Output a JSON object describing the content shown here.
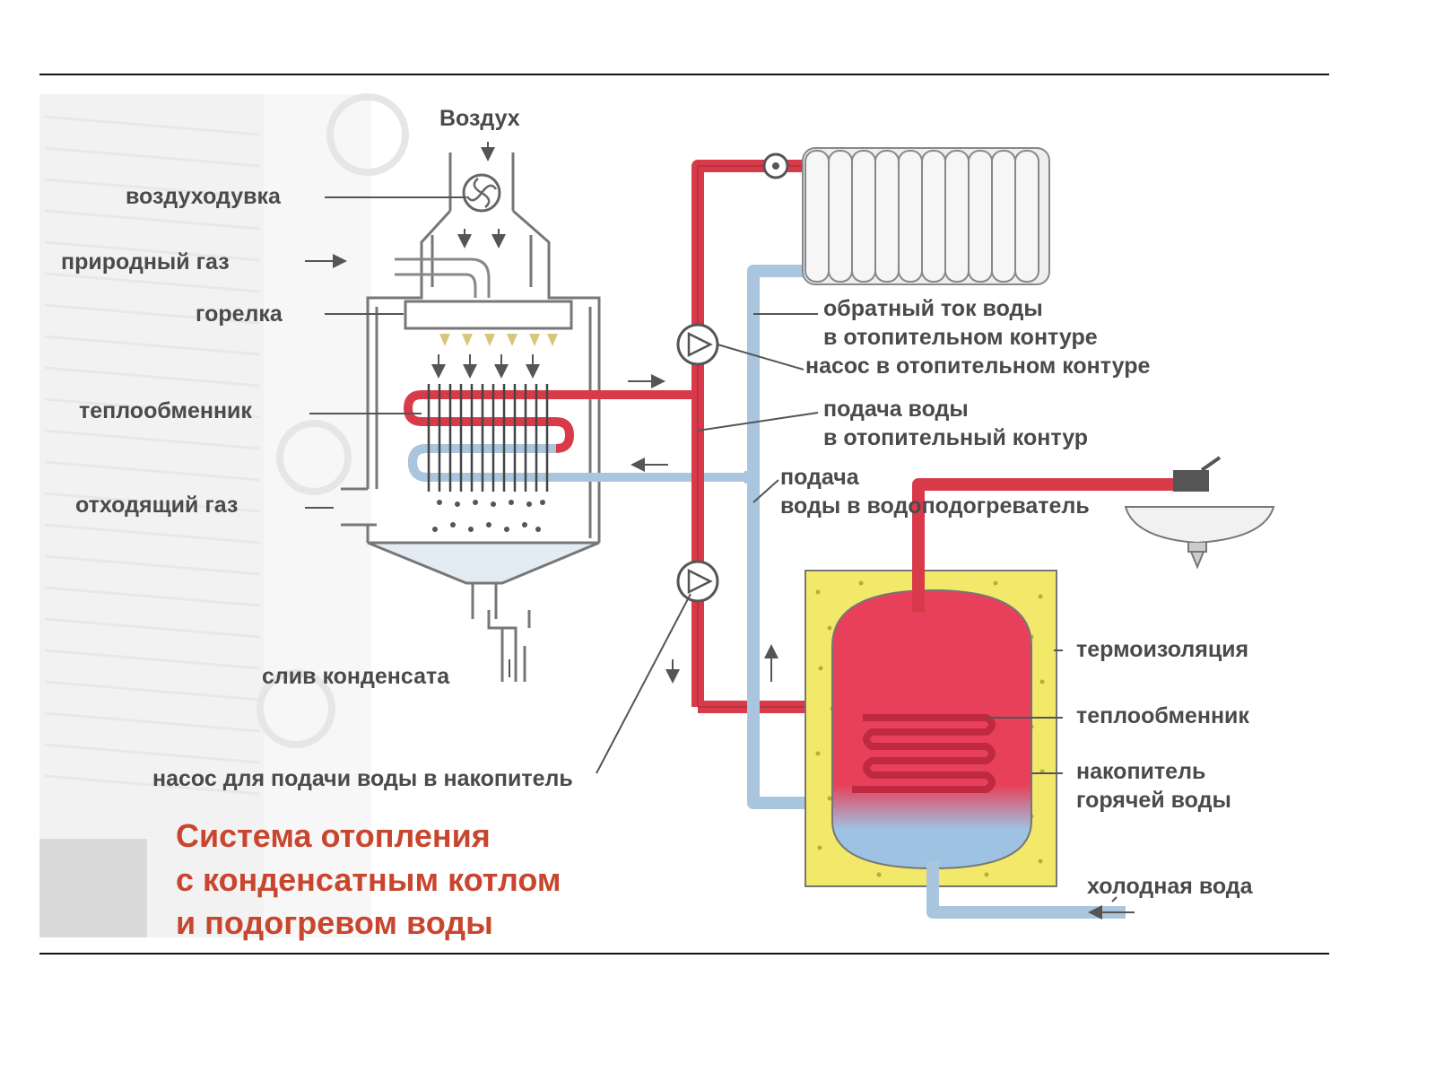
{
  "labels": {
    "air": "Воздух",
    "blower": "воздуходувка",
    "natural_gas": "природный газ",
    "burner": "горелка",
    "heat_exchanger": "теплообменник",
    "exhaust_gas": "отходящий газ",
    "condensate_drain": "слив конденсата",
    "storage_pump": "насос для подачи воды в накопитель",
    "return_line1": "обратный ток воды",
    "return_line2": "в отопительном контуре",
    "heating_pump": "насос в отопительном контуре",
    "supply_line1": "подача воды",
    "supply_line2": "в отопительный контур",
    "heater_feed1": "подача",
    "heater_feed2": "воды в водоподогреватель",
    "insulation": "термоизоляция",
    "tank_exchanger": "теплообменник",
    "tank1": "накопитель",
    "tank2": "горячей воды",
    "cold_water": "холодная вода"
  },
  "title": {
    "line1": "Система отопления",
    "line2": "с конденсатным котлом",
    "line3": "и подогревом воды"
  },
  "colors": {
    "hot_pipe": "#d83a4a",
    "cold_pipe": "#a9c6de",
    "hot_water": "#e8405a",
    "cold_water": "#9ec3e2",
    "insulation": "#f2e86a",
    "title": "#c8462e",
    "label": "#4a4a4a"
  }
}
